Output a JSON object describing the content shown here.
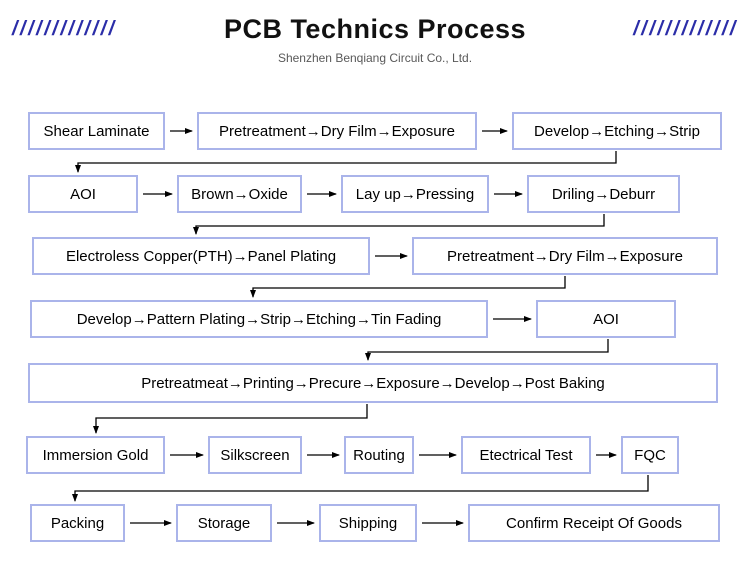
{
  "header": {
    "slashes_left": "/////////////",
    "title": "PCB Technics Process",
    "subtitle": "Shenzhen Benqiang Circuit Co., Ltd.",
    "slashes_right": "/////////////"
  },
  "colors": {
    "slash_blue": "#2b2da8",
    "box_border": "#aab4ea",
    "connector_line": "#000000",
    "title_text": "#111111",
    "subtitle_text": "#595959"
  },
  "flow": {
    "arrow_glyph": "→",
    "rows": [
      {
        "boxes": [
          "Shear Laminate",
          "Pretreatment→Dry Film→Exposure",
          "Develop→Etching→Strip"
        ]
      },
      {
        "boxes": [
          "AOI",
          "Brown→Oxide",
          "Lay up→Pressing",
          "Driling→Deburr"
        ]
      },
      {
        "boxes": [
          "Electroless Copper(PTH)→Panel Plating",
          "Pretreatment→Dry Film→Exposure"
        ]
      },
      {
        "boxes": [
          "Develop→Pattern Plating→Strip→Etching→Tin Fading",
          "AOI"
        ]
      },
      {
        "boxes": [
          "Pretreatmeat→Printing→Precure→Exposure→Develop→Post Baking"
        ]
      },
      {
        "boxes": [
          "Immersion Gold",
          "Silkscreen",
          "Routing",
          "Etectrical Test",
          "FQC"
        ]
      },
      {
        "boxes": [
          "Packing",
          "Storage",
          "Shipping",
          "Confirm Receipt Of Goods"
        ]
      }
    ]
  }
}
